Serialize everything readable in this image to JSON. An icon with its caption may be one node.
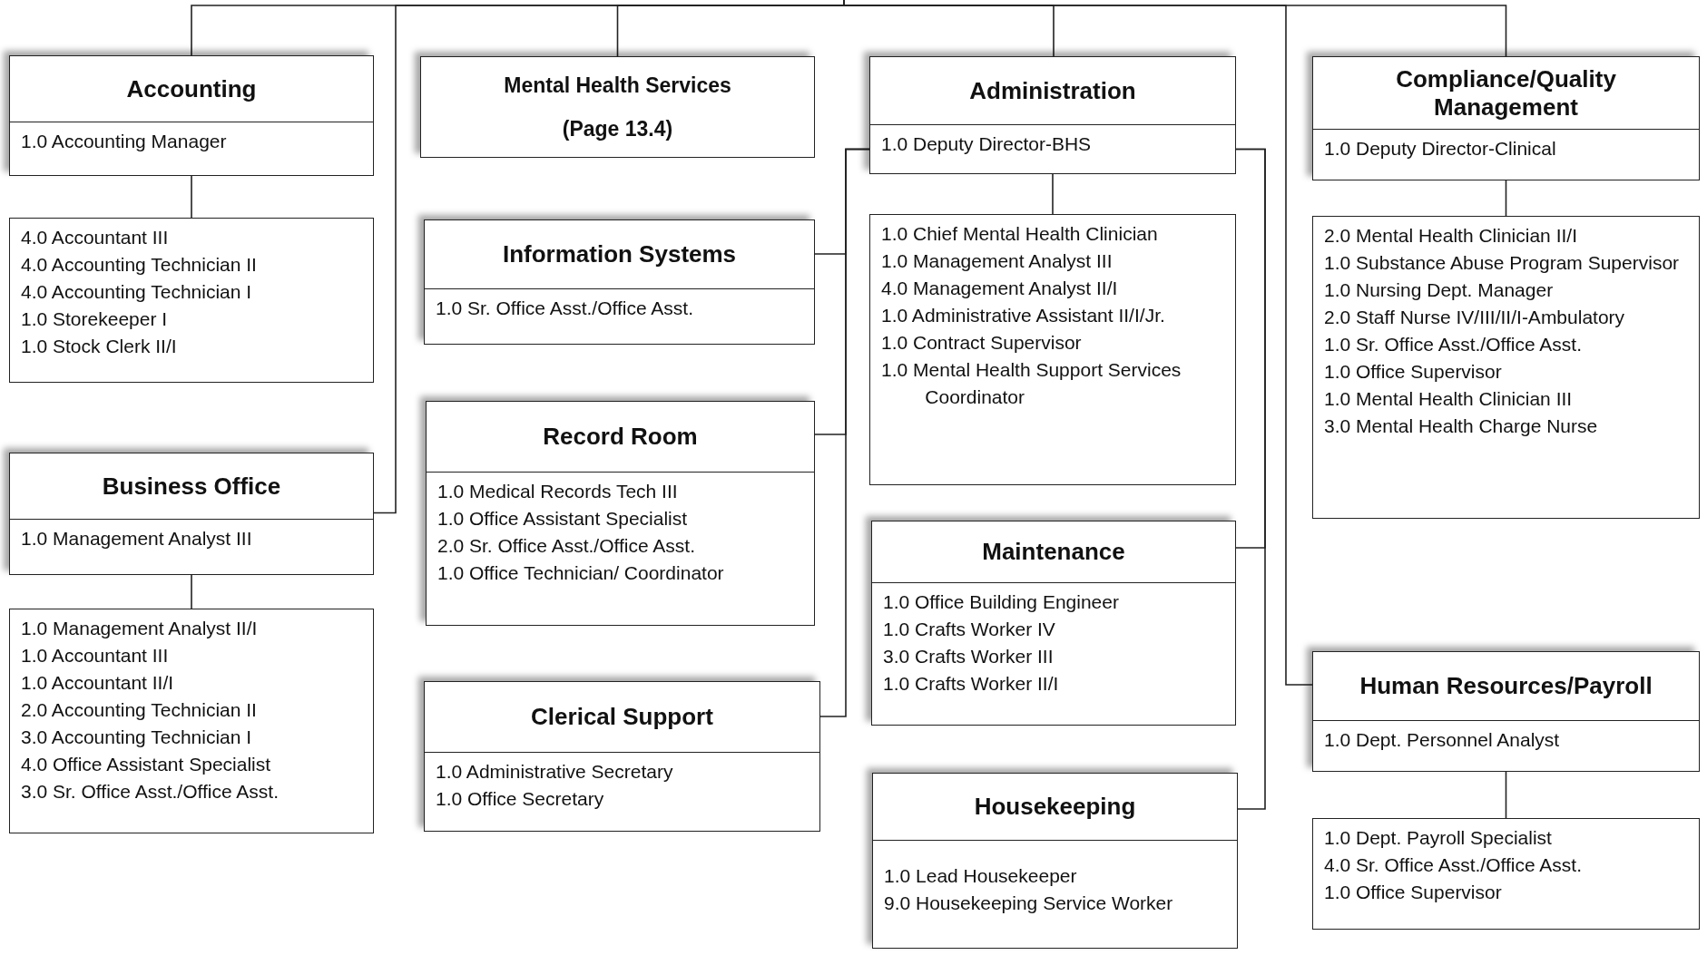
{
  "diagram": {
    "nodes": [
      {
        "text": [
          "Accounting",
          "1.0 Accounting Manager"
        ]
      },
      {
        "text": [
          "4.0 Accountant III",
          "4.0 Accounting Technician II",
          "4.0 Accounting Technician I",
          "1.0 Storekeeper I",
          "1.0 Stock Clerk II/I"
        ]
      },
      {
        "text": [
          "Business Office",
          "1.0 Management Analyst III"
        ]
      },
      {
        "text": [
          "1.0 Management Analyst II/I",
          "1.0 Accountant III",
          "1.0 Accountant II/I",
          "2.0 Accounting Technician II",
          "3.0 Accounting Technician I",
          "4.0 Office Assistant Specialist",
          "3.0 Sr. Office Asst./Office Asst."
        ]
      },
      {
        "text": [
          "Mental Health Services",
          "(Page 13.4)"
        ]
      },
      {
        "text": [
          "Information Systems",
          "1.0 Sr. Office Asst./Office Asst."
        ]
      },
      {
        "text": [
          "Record Room",
          "1.0 Medical Records Tech III",
          "1.0 Office Assistant Specialist",
          "2.0 Sr. Office Asst./Office Asst.",
          "1.0 Office Technician/ Coordinator"
        ]
      },
      {
        "text": [
          "Clerical Support",
          "1.0 Administrative Secretary",
          "1.0 Office Secretary"
        ]
      },
      {
        "text": [
          "Administration",
          "1.0 Deputy Director-BHS"
        ]
      },
      {
        "text": [
          "1.0 Chief Mental Health Clinician",
          "1.0 Management Analyst III",
          "4.0 Management Analyst II/I",
          "1.0 Administrative Assistant II/I/Jr.",
          "1.0 Contract Supervisor",
          "1.0 Mental Health Support Services Coordinator"
        ]
      },
      {
        "text": [
          "Maintenance",
          "1.0 Office Building Engineer",
          "1.0 Crafts Worker IV",
          "3.0 Crafts Worker III",
          "1.0 Crafts Worker II/I"
        ]
      },
      {
        "text": [
          "Housekeeping",
          "1.0 Lead Housekeeper",
          "9.0 Housekeeping Service Worker"
        ]
      },
      {
        "text": [
          "Compliance/Quality Management",
          "1.0 Deputy Director-Clinical"
        ]
      },
      {
        "text": [
          "2.0 Mental Health Clinician II/I",
          "1.0 Substance Abuse Program Supervisor",
          "1.0 Nursing Dept. Manager",
          "2.0 Staff Nurse IV/III/II/I-Ambulatory",
          "1.0 Sr. Office Asst./Office Asst.",
          "1.0 Office Supervisor",
          "1.0 Mental Health Clinician III",
          "3.0 Mental Health Charge Nurse"
        ]
      },
      {
        "text": [
          "Human Resources/Payroll",
          "1.0 Dept. Personnel Analyst"
        ]
      },
      {
        "text": [
          "1.0 Dept. Payroll Specialist",
          "4.0 Sr. Office Asst./Office Asst.",
          "1.0 Office Supervisor"
        ]
      }
    ],
    "edges": [
      {
        "from": null,
        "to": 0,
        "arrow": "none"
      },
      {
        "from": null,
        "to": 2,
        "arrow": "none"
      },
      {
        "from": null,
        "to": 4,
        "arrow": "none"
      },
      {
        "from": null,
        "to": 8,
        "arrow": "none"
      },
      {
        "from": null,
        "to": 14,
        "arrow": "none"
      },
      {
        "from": null,
        "to": 12,
        "arrow": "none"
      },
      {
        "from": 0,
        "to": 1,
        "arrow": "none"
      },
      {
        "from": 2,
        "to": 3,
        "arrow": "none"
      },
      {
        "from": 8,
        "to": 9,
        "arrow": "none"
      },
      {
        "from": 8,
        "to": 5,
        "arrow": "none"
      },
      {
        "from": 8,
        "to": 6,
        "arrow": "none"
      },
      {
        "from": 8,
        "to": 7,
        "arrow": "none"
      },
      {
        "from": 8,
        "to": 10,
        "arrow": "none"
      },
      {
        "from": 8,
        "to": 11,
        "arrow": "none"
      },
      {
        "from": 12,
        "to": 13,
        "arrow": "none"
      },
      {
        "from": 14,
        "to": 15,
        "arrow": "none"
      }
    ]
  }
}
